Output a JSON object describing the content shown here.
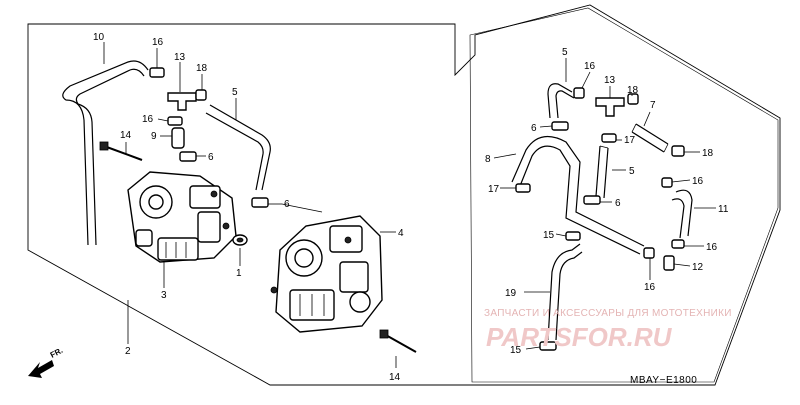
{
  "callouts": {
    "left": {
      "c10": "10",
      "c16a": "16",
      "c13": "13",
      "c18": "18",
      "c5": "5",
      "c16b": "16",
      "c9": "9",
      "c6a": "6",
      "c14a": "14",
      "c6b": "6",
      "c4": "4",
      "c1": "1",
      "c3": "3",
      "c2": "2",
      "c14b": "14"
    },
    "right": {
      "c5a": "5",
      "c16a": "16",
      "c13": "13",
      "c18a": "18",
      "c7": "7",
      "c6a": "6",
      "c17a": "17",
      "c18b": "18",
      "c8": "8",
      "c5b": "5",
      "c17b": "17",
      "c6b": "6",
      "c16b": "16",
      "c11": "11",
      "c15a": "15",
      "c16c": "16",
      "c12": "12",
      "c16d": "16",
      "c19": "19",
      "c15b": "15"
    }
  },
  "watermark": {
    "line1": "ЗАПЧАСТИ И АКСЕССУАРЫ ДЛЯ МОТОТЕХНИКИ",
    "line2": "PARTSFOR.RU"
  },
  "diagram_code": "MBAY−E1800",
  "direction_label": "FR."
}
